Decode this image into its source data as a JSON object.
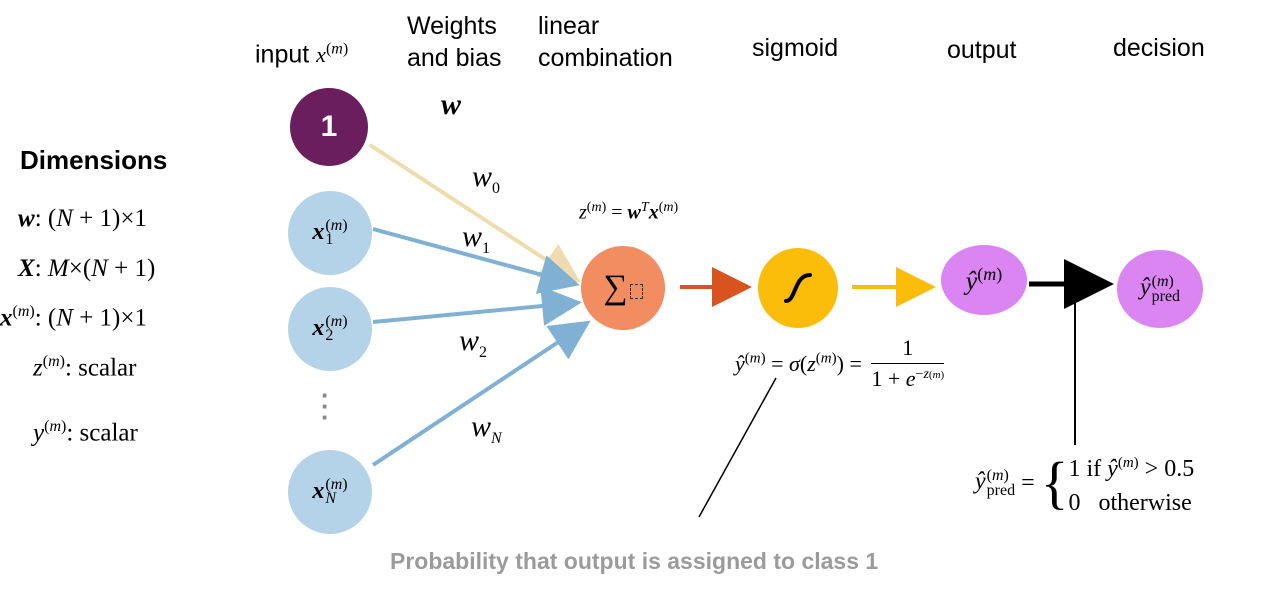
{
  "headers": {
    "input": "input",
    "weights": "Weights\nand bias",
    "linear": "linear\ncombination",
    "sigmoid": "sigmoid",
    "output": "output",
    "decision": "decision"
  },
  "bias_node": "1",
  "weight_vector": "w",
  "weights": [
    "w0",
    "w1",
    "w2",
    "wN"
  ],
  "dimensions": {
    "title": "Dimensions",
    "rows": [
      "w: (N + 1)×1",
      "X: M×(N + 1)",
      "x(m): (N + 1)×1",
      "z(m): scalar",
      "y(m): scalar"
    ]
  },
  "linear_formula": "z(m) = wT x(m)",
  "sigmoid_formula": "ŷ(m) = σ(z(m)) = 1 / (1 + e^-z(m))",
  "decision_formula": "ŷpred(m) = { 1 if ŷ(m) > 0.5 ; 0 otherwise }",
  "decision_cases": [
    "1 if",
    "> 0.5",
    "0",
    "otherwise"
  ],
  "caption": "Probability that output is assigned to class 1",
  "colors": {
    "bias": "#6b1e5e",
    "input": "#b4d3e8",
    "sum": "#f28c61",
    "sigmoid": "#fbbd0a",
    "output": "#da85f1",
    "arrow_bias": "#eedcae",
    "arrow_input": "#80b0d4",
    "arrow_sum": "#d9531e",
    "arrow_sig": "#fbbd0a",
    "arrow_out": "#000000",
    "caption": "#9b9b9b"
  }
}
